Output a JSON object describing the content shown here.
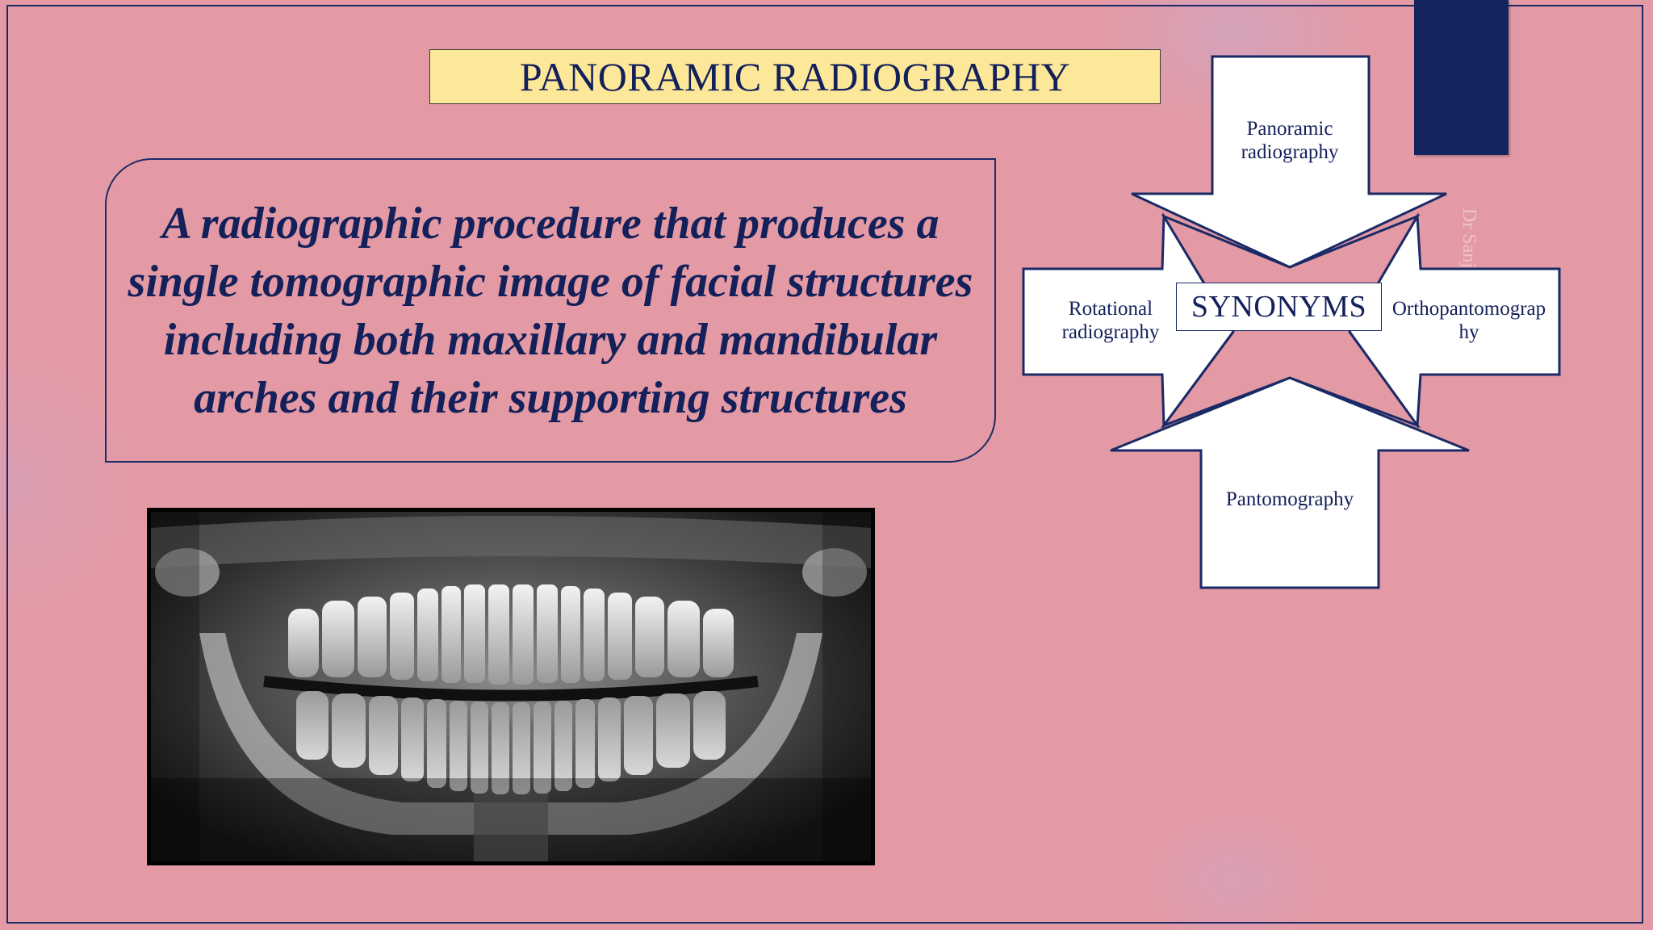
{
  "slide": {
    "title": "PANORAMIC RADIOGRAPHY",
    "definition": "A radiographic procedure that produces a single tomographic image of facial structures including both maxillary and mandibular arches and their supporting structures"
  },
  "synonyms": {
    "center": "SYNONYMS",
    "top": "Panoramic radiography",
    "left": "Rotational radiography",
    "right": "Orthopantomography",
    "bottom": "Pantomography"
  },
  "image": {
    "icon": "panoramic-dental-xray-image"
  },
  "watermark": "Dr Sanj",
  "colors": {
    "background": "#e49aa4",
    "navy": "#14205a",
    "title_fill": "#fde89a",
    "arrow_fill": "#ffffff"
  }
}
